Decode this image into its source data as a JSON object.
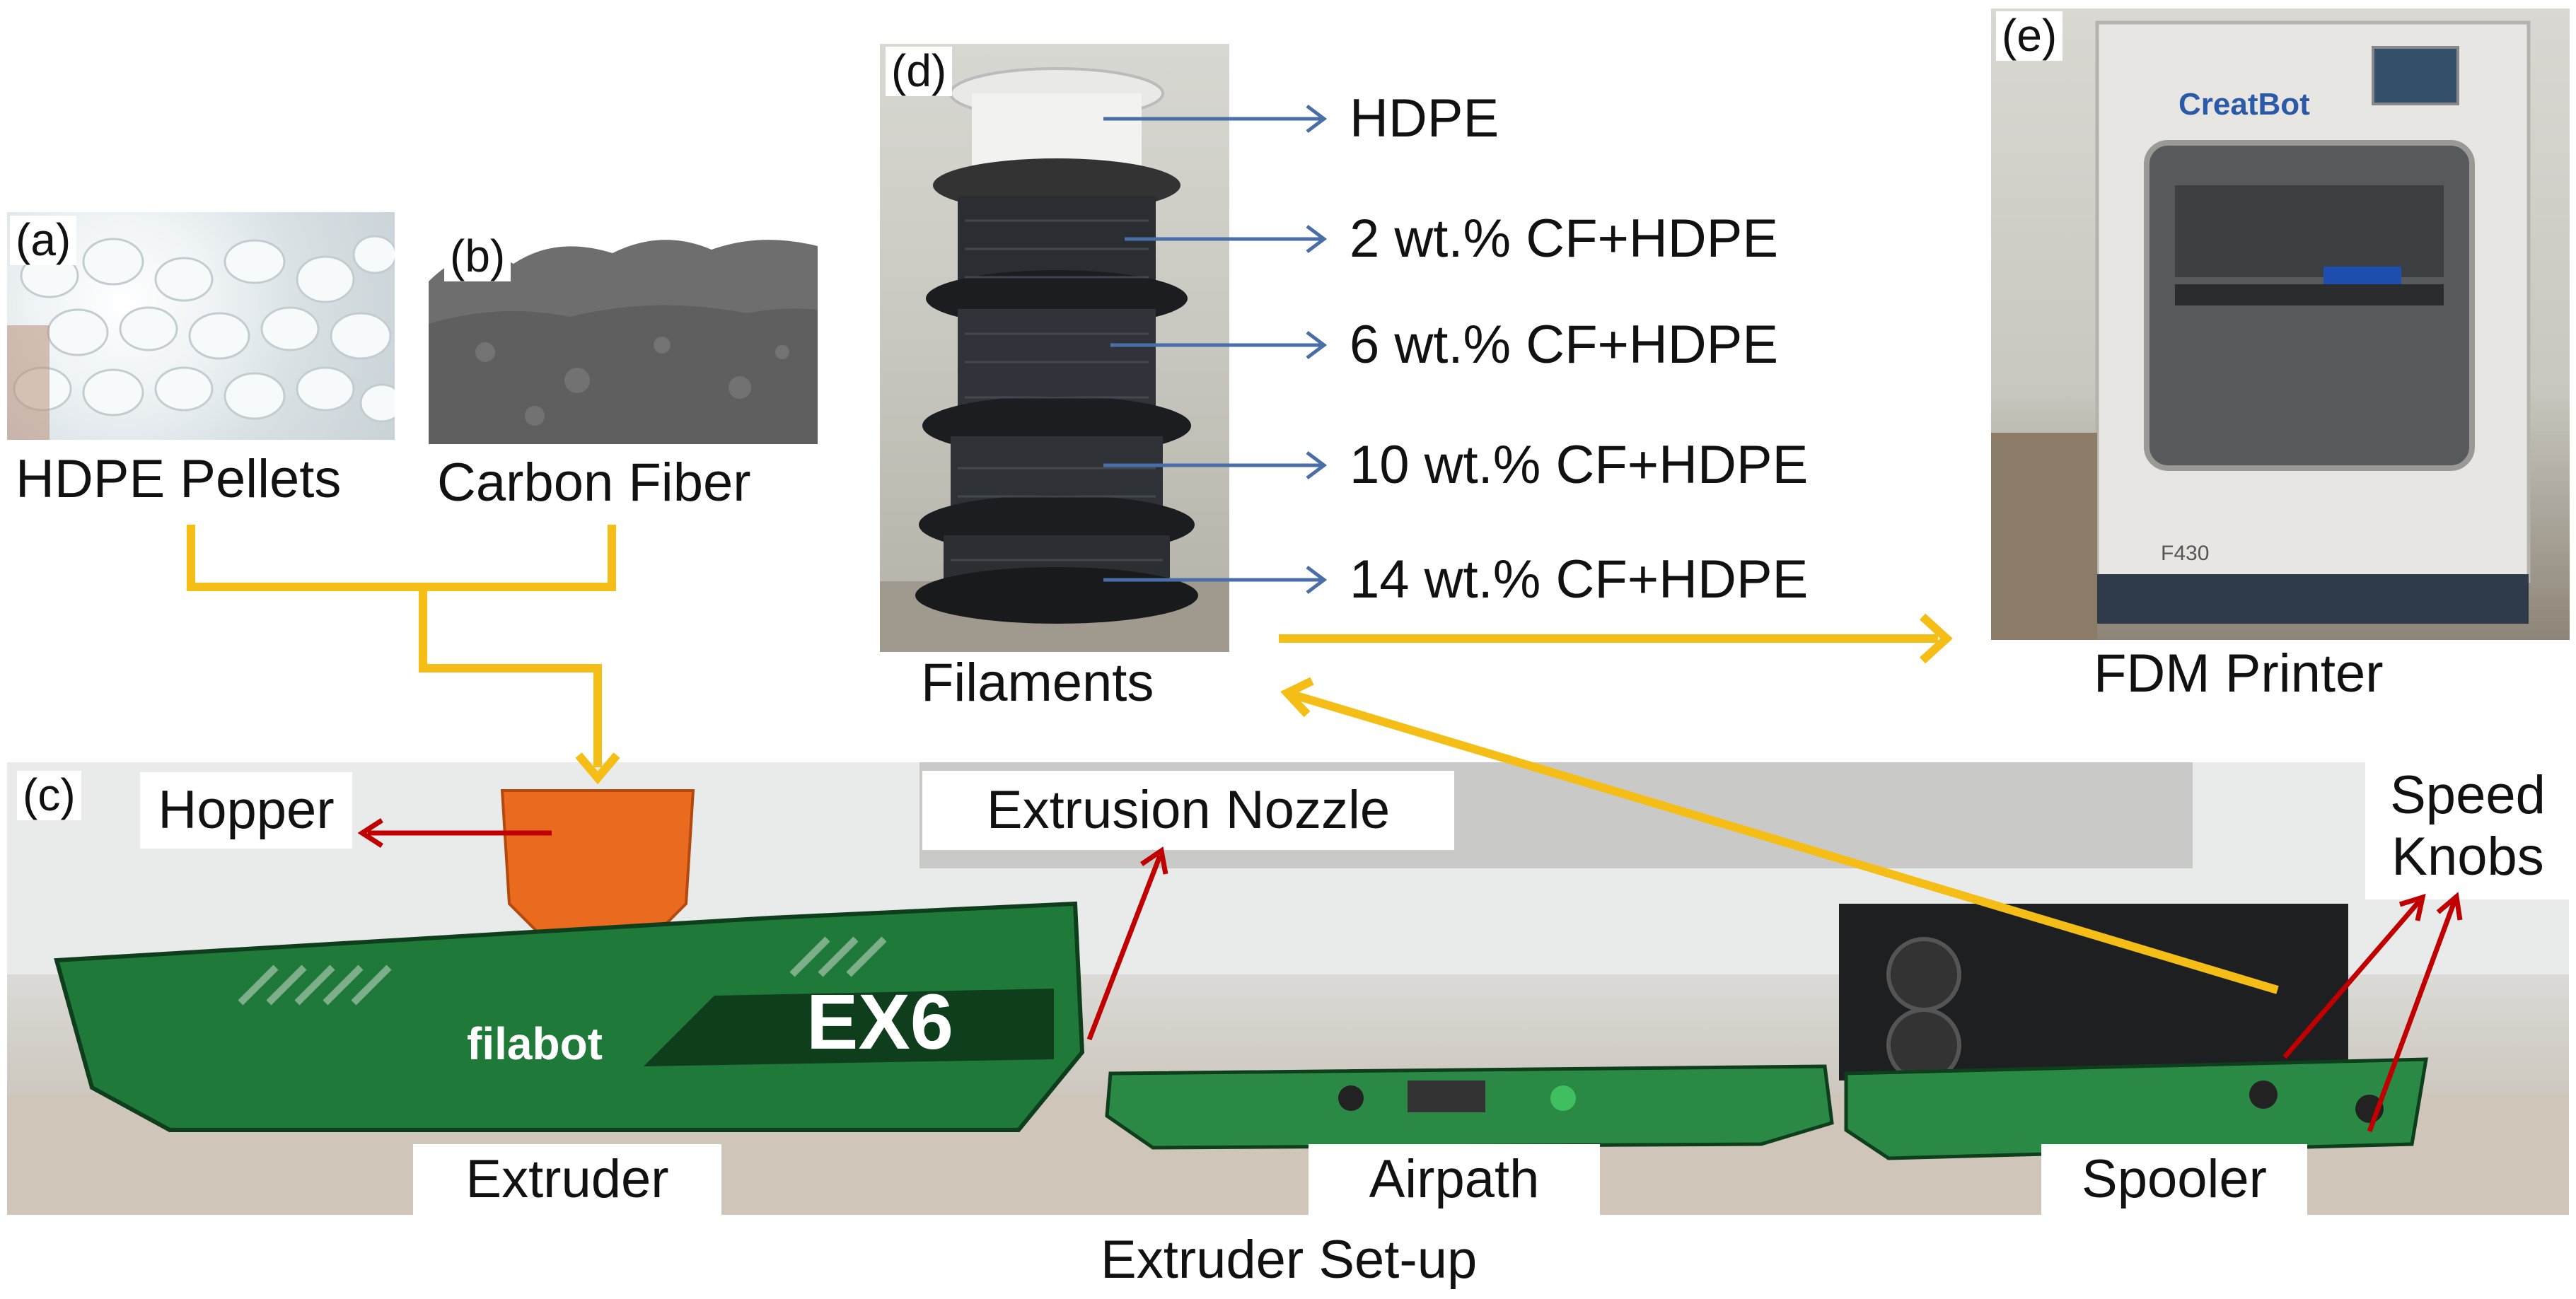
{
  "panels": {
    "a": {
      "letter": "(a)",
      "caption": "HDPE Pellets"
    },
    "b": {
      "letter": "(b)",
      "caption": "Carbon Fiber"
    },
    "c": {
      "letter": "(c)",
      "caption": "Extruder Set-up"
    },
    "d": {
      "letter": "(d)",
      "caption": "Filaments"
    },
    "e": {
      "letter": "(e)",
      "caption": "FDM Printer"
    }
  },
  "filaments": [
    "HDPE",
    "2 wt.% CF+HDPE",
    "6 wt.% CF+HDPE",
    "10 wt.% CF+HDPE",
    "14 wt.% CF+HDPE"
  ],
  "extruder_parts": {
    "hopper": "Hopper",
    "nozzle": "Extrusion Nozzle",
    "speed_knobs_line1": "Speed",
    "speed_knobs_line2": "Knobs",
    "extruder": "Extruder",
    "airpath": "Airpath",
    "spooler": "Spooler"
  },
  "machine_branding": {
    "extruder_logo": "EX6",
    "extruder_brand": "filabot",
    "printer_brand": "CreatBot",
    "printer_model": "F430"
  },
  "colors": {
    "flow_arrow": "#F5BE16",
    "part_arrow": "#C00000",
    "filament_arrow": "#4A6FA8",
    "extruder_green": "#1F7A3A"
  }
}
